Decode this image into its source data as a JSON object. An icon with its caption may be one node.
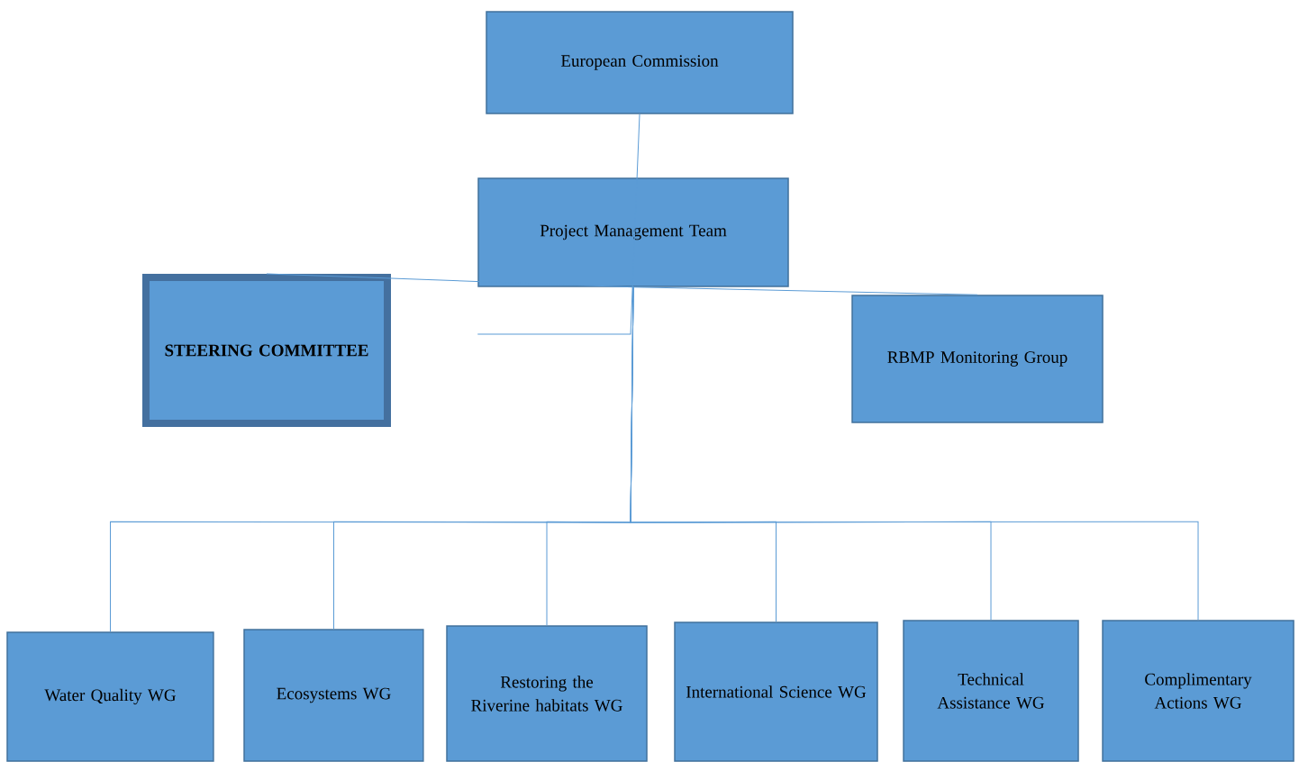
{
  "diagram": {
    "nodes": [
      {
        "text": [
          "European Commission"
        ]
      },
      {
        "text": [
          "Project Management Team"
        ]
      },
      {
        "text": [
          "STEERING COMMITTEE"
        ]
      },
      {
        "text": [
          "RBMP Monitoring Group"
        ]
      },
      {
        "text": [
          "Water Quality WG"
        ]
      },
      {
        "text": [
          "Ecosystems WG"
        ]
      },
      {
        "text": [
          "Restoring the Riverine habitats WG"
        ]
      },
      {
        "text": [
          "International Science WG"
        ]
      },
      {
        "text": [
          "Technical Assistance WG"
        ]
      },
      {
        "text": [
          "Complimentary Actions WG"
        ]
      }
    ],
    "edges": [
      {
        "from": 0,
        "to": 1,
        "arrow": "none"
      },
      {
        "from": 1,
        "to": 2,
        "arrow": "none"
      },
      {
        "from": 1,
        "to": 3,
        "arrow": "none"
      },
      {
        "from": 1,
        "to": 4,
        "arrow": "none"
      },
      {
        "from": 1,
        "to": 5,
        "arrow": "none"
      },
      {
        "from": 1,
        "to": 6,
        "arrow": "none"
      },
      {
        "from": 1,
        "to": 7,
        "arrow": "none"
      },
      {
        "from": 1,
        "to": 8,
        "arrow": "none"
      },
      {
        "from": 1,
        "to": 9,
        "arrow": "none"
      }
    ]
  }
}
